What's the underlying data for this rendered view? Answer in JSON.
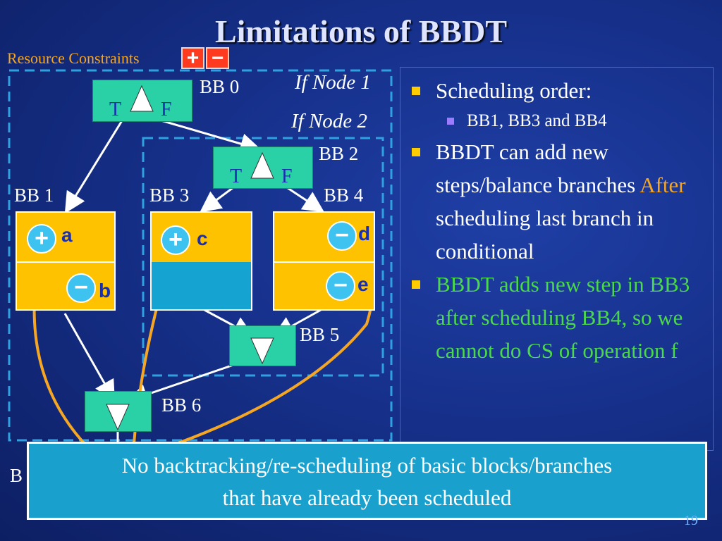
{
  "title": "Limitations of BBDT",
  "resource": {
    "label": "Resource Constraints",
    "plus": "+",
    "minus": "−"
  },
  "diagram": {
    "bb0": "BB 0",
    "bb1": "BB 1",
    "bb2": "BB 2",
    "bb3": "BB 3",
    "bb4": "BB 4",
    "bb5": "BB 5",
    "bb6": "BB 6",
    "if_node_1": "If Node 1",
    "if_node_2": "If Node 2",
    "t": "T",
    "f": "F",
    "ops": {
      "a": "a",
      "b": "b",
      "c": "c",
      "d": "d",
      "e": "e",
      "plus": "+",
      "minus": "−"
    },
    "left_cut": "B"
  },
  "bullets": {
    "b1": "Scheduling order:",
    "b1_sub": "BB1, BB3 and BB4",
    "b2_pre": "BBDT can add new steps/balance branches ",
    "b2_after": "After",
    "b2_post": " scheduling last branch in conditional",
    "b3": "BBDT adds new step in BB3 after scheduling BB4, so we cannot do CS of operation f"
  },
  "banner": {
    "line1": "No backtracking/re-scheduling of basic blocks/branches",
    "line2": "that have already been scheduled"
  },
  "page_number": "19",
  "colors": {
    "accent_orange": "#f5a623",
    "green_text": "#4cd84c",
    "box_teal": "#2bd1a6",
    "bb_yellow": "#ffc200"
  }
}
